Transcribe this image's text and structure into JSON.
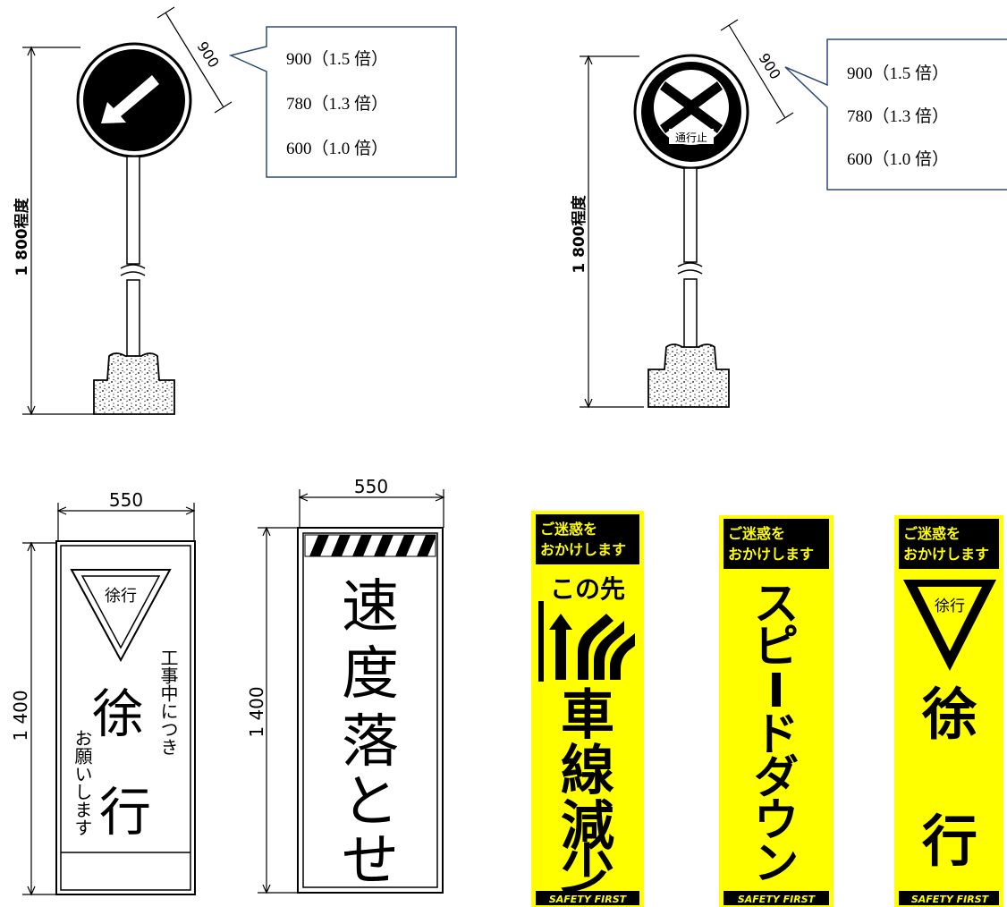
{
  "signs_top": [
    {
      "id": "keep-left-sign",
      "diameter_label": "900",
      "height_label": "1 800程度",
      "size_options": [
        "900（1.5 倍）",
        "780（1.3 倍）",
        "600（1.0 倍）"
      ]
    },
    {
      "id": "no-entry-sign",
      "diameter_label": "900",
      "height_label": "1 800程度",
      "sign_text": "通行止",
      "size_options": [
        "900（1.5 倍）",
        "780（1.3 倍）",
        "600（1.0 倍）"
      ]
    }
  ],
  "boards_white": [
    {
      "width_label": "550",
      "height_label": "1 400",
      "triangle_text": "徐行",
      "main_text": [
        "徐",
        "行"
      ],
      "side_text_right": "工事中につき",
      "side_text_left": "お願いします"
    },
    {
      "width_label": "550",
      "height_label": "1 400",
      "main_text": [
        "速",
        "度",
        "落",
        "と",
        "せ"
      ]
    }
  ],
  "boards_yellow": [
    {
      "header_lines": [
        "ご迷惑を",
        "おかけします"
      ],
      "sub_header": "この先",
      "main_text": [
        "車",
        "線",
        "減",
        "少"
      ],
      "footer": "SAFETY FIRST"
    },
    {
      "header_lines": [
        "ご迷惑を",
        "おかけします"
      ],
      "main_text": [
        "ス",
        "ピ",
        "ー",
        "ド",
        "ダ",
        "ウ",
        "ン"
      ],
      "footer": "SAFETY FIRST"
    },
    {
      "header_lines": [
        "ご迷惑を",
        "おかけします"
      ],
      "triangle_text": "徐行",
      "main_text": [
        "徐",
        "行"
      ],
      "footer": "SAFETY FIRST"
    }
  ],
  "colors": {
    "yellow": "#ffff00",
    "black": "#000000",
    "callout_border": "#2e4a78"
  }
}
